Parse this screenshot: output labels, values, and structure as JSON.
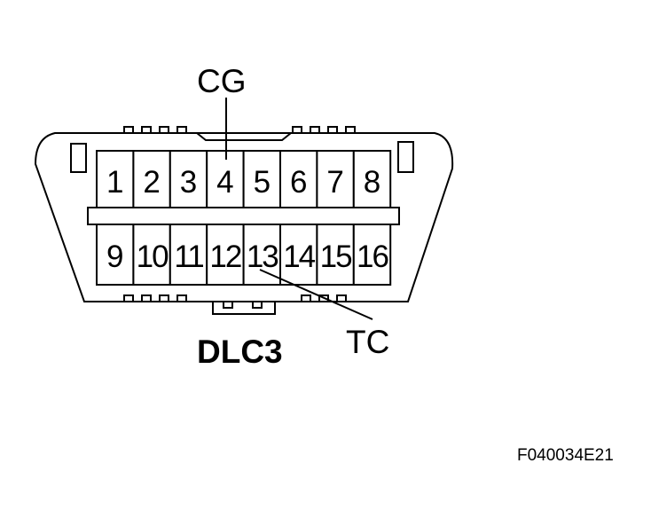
{
  "diagram": {
    "connector_name": "DLC3",
    "figure_id": "F040034E21",
    "top_row_pins": [
      "1",
      "2",
      "3",
      "4",
      "5",
      "6",
      "7",
      "8"
    ],
    "bottom_row_pins": [
      "9",
      "10",
      "11",
      "12",
      "13",
      "14",
      "15",
      "16"
    ],
    "callouts": {
      "cg": {
        "label": "CG",
        "pin": "4"
      },
      "tc": {
        "label": "TC",
        "pin": "13"
      }
    }
  }
}
